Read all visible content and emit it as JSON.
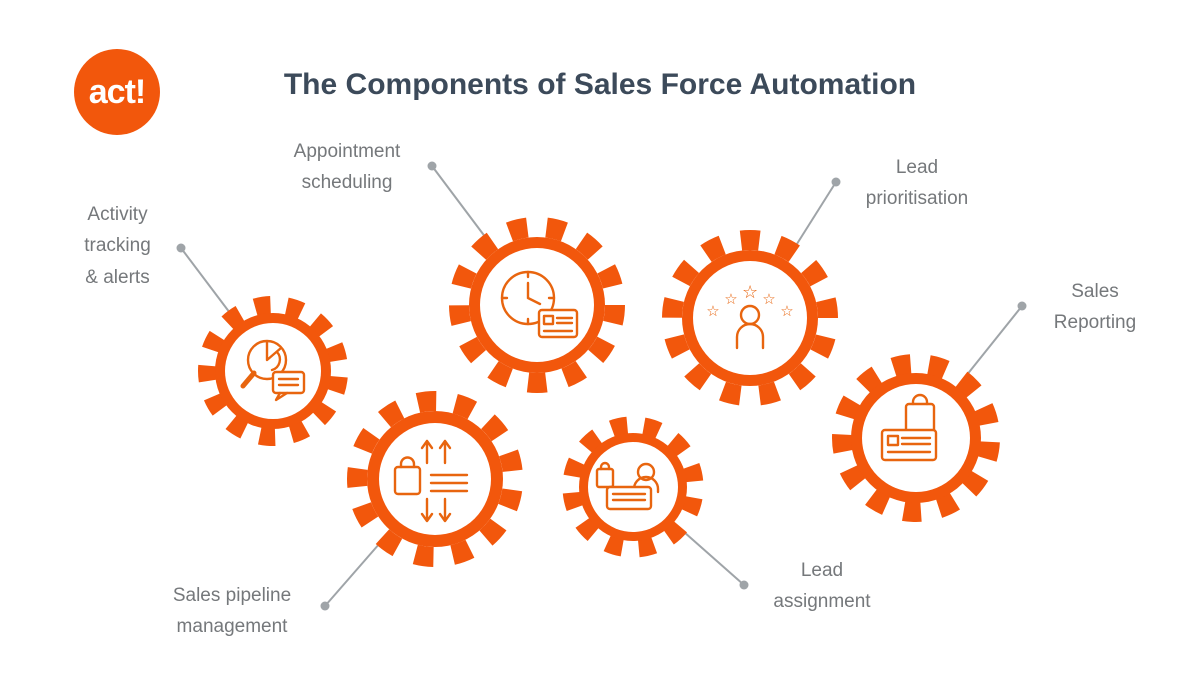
{
  "title": "The Components of Sales Force Automation",
  "logo": {
    "text": "act!"
  },
  "glyphs": {
    "star": "☆"
  },
  "colors": {
    "orange": "#F2570C",
    "icon_orange": "#E8650F",
    "title_text": "#3C4A5A",
    "label_text": "#75787B",
    "connector": "#9FA4A8"
  },
  "components": [
    {
      "name": "Activity tracking & alerts",
      "lines": [
        "Activity",
        "tracking",
        "& alerts"
      ],
      "icon": "magnifier-chat-icon"
    },
    {
      "name": "Appointment scheduling",
      "lines": [
        "Appointment",
        "scheduling"
      ],
      "icon": "clock-card-icon"
    },
    {
      "name": "Lead prioritisation",
      "lines": [
        "Lead",
        "prioritisation"
      ],
      "icon": "person-stars-icon"
    },
    {
      "name": "Sales pipeline management",
      "lines": [
        "Sales pipeline",
        "management"
      ],
      "icon": "bag-arrows-icon"
    },
    {
      "name": "Lead assignment",
      "lines": [
        "Lead",
        "assignment"
      ],
      "icon": "person-card-icon"
    },
    {
      "name": "Sales Reporting",
      "lines": [
        "Sales",
        "Reporting"
      ],
      "icon": "bag-card-icon"
    }
  ]
}
